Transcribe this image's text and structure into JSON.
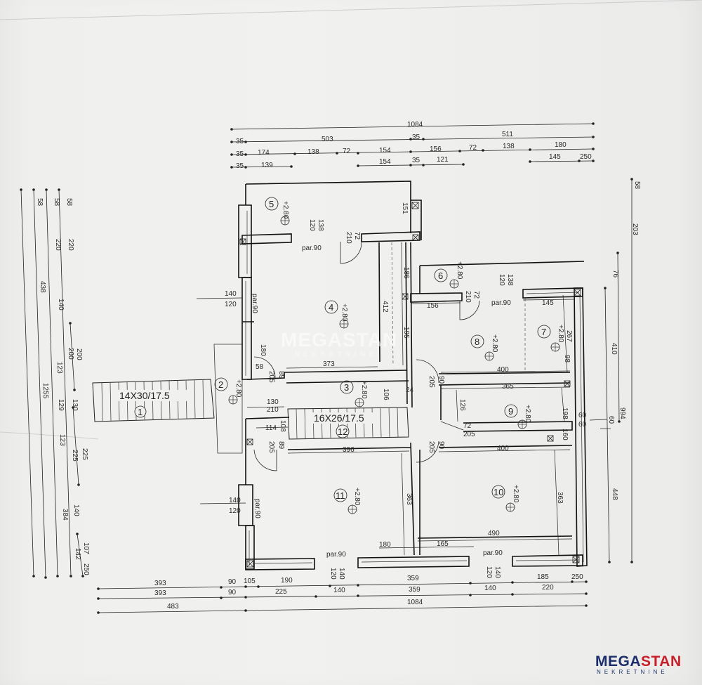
{
  "logo": {
    "brand_prefix": "MEGA",
    "brand_accent": "STAN",
    "tagline": "NEKRETNINE",
    "primary_color": "#1d2f6b",
    "accent_color": "#c8202a"
  },
  "watermark": {
    "text": "MEGASTAN",
    "sub": "NEKRETNINE"
  },
  "stairs": [
    {
      "label": "14X30/17.5",
      "number": "1"
    },
    {
      "label": "16X26/17.5",
      "number": "12"
    }
  ],
  "rooms": [
    {
      "number": "2",
      "level": "+2.80"
    },
    {
      "number": "3",
      "level": "+2.80"
    },
    {
      "number": "4",
      "level": "+2.80"
    },
    {
      "number": "5",
      "level": "+2.80"
    },
    {
      "number": "6",
      "level": "+2.80"
    },
    {
      "number": "7",
      "level": "+2.80"
    },
    {
      "number": "8",
      "level": "+2.80"
    },
    {
      "number": "9",
      "level": "+2.80"
    },
    {
      "number": "10",
      "level": "+2.80"
    },
    {
      "number": "11",
      "level": "+2.80"
    }
  ],
  "dimensions": {
    "top_total": "1084",
    "top_row2": [
      "35",
      "503",
      "35",
      "511"
    ],
    "top_row3": [
      "35",
      "174",
      "138",
      "72",
      "154",
      "156",
      "72",
      "138",
      "180"
    ],
    "top_row4": [
      "35",
      "139",
      "154",
      "35",
      "121",
      "145",
      "250"
    ],
    "bottom_row1": [
      "393",
      "90",
      "105",
      "190",
      "359",
      "185",
      "250"
    ],
    "bottom_row2": [
      "393",
      "90",
      "225",
      "140",
      "359",
      "140",
      "220"
    ],
    "bottom_row3": [
      "483",
      "1084"
    ],
    "left_col1": [
      "58",
      "220",
      "200",
      "130",
      "225",
      "107",
      "250"
    ],
    "left_col2": [
      "58",
      "220",
      "140",
      "200",
      "123",
      "129",
      "123",
      "225",
      "140",
      "142"
    ],
    "left_col3": [
      "58",
      "438",
      "1255",
      "384"
    ],
    "right_col": [
      "58",
      "203",
      "76",
      "410",
      "994",
      "60",
      "448"
    ],
    "interior": {
      "d151": "151",
      "d186": "186",
      "d412": "412",
      "d195": "195",
      "d106": "106",
      "d373": "373",
      "d180": "180",
      "d58": "58",
      "d89": "89",
      "d205": "205",
      "d114": "114",
      "d108": "108",
      "d396": "396",
      "d363": "363",
      "d165": "165",
      "d490": "490",
      "d400": "400",
      "d365": "365",
      "d126": "126",
      "d24": "24",
      "d267": "267",
      "d98": "98",
      "d198": "198",
      "d145": "145",
      "d156": "156",
      "d130": "130",
      "d210": "210",
      "d72": "72",
      "d90": "90",
      "d140": "140",
      "d120": "120",
      "d138": "138",
      "d60": "60",
      "d160": "160"
    },
    "windows": [
      "par.90",
      "par.90",
      "par.90",
      "par.90",
      "par.90",
      "par.90"
    ]
  }
}
